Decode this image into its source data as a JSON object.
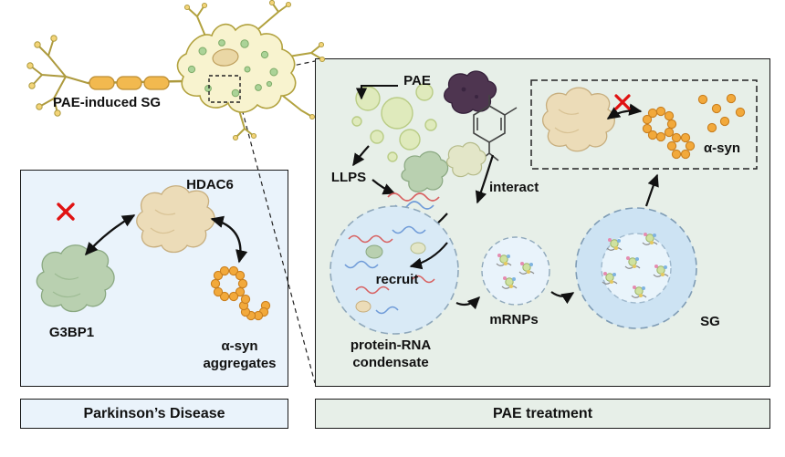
{
  "neuron": {
    "label": "PAE-induced SG"
  },
  "parkinsons_panel": {
    "caption": "Parkinson’s Disease",
    "hdac6": "HDAC6",
    "g3bp1": "G3BP1",
    "aggregates_line1": "α-syn",
    "aggregates_line2": "aggregates"
  },
  "pae_panel": {
    "caption": "PAE treatment",
    "pae": "PAE",
    "llps": "LLPS",
    "interact": "interact",
    "recruit": "recruit",
    "condensate_line1": "protein-RNA",
    "condensate_line2": "condensate",
    "mrnps": "mRNPs",
    "sg": "SG",
    "alpha_syn": "α-syn"
  },
  "icons": {
    "inhibition_cross": "red-x"
  },
  "colors": {
    "left_panel_bg": "#eaf3fb",
    "right_panel_bg": "#e7efe8",
    "alpha_syn_orange": "#f2a93b",
    "g3bp1_green": "#b9d0b0",
    "hdac6_tan": "#ecdcb8",
    "red_x": "#e01212",
    "condensate_blue": "#d9eaf6",
    "sg_blue": "#cde3f3",
    "droplet_green": "#dfeabc",
    "neuron_yellow": "#f8f3cf",
    "myelin_orange": "#f2b94f"
  }
}
